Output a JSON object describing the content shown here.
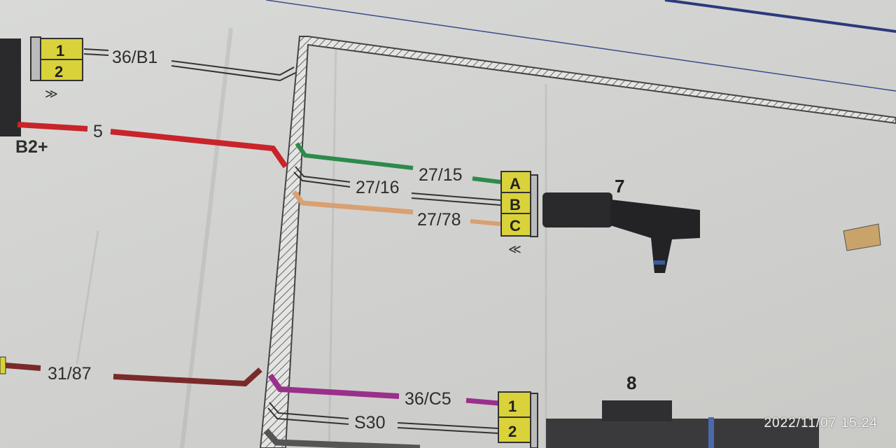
{
  "wires": {
    "w1": "36/B1",
    "w2": "5",
    "w3": "27/15",
    "w4": "27/16",
    "w5": "27/78",
    "w6": "31/87",
    "w7": "36/C5",
    "w8": "S30"
  },
  "terminal_label": "B2+",
  "components": {
    "sensor_7": "7",
    "sensor_8": "8"
  },
  "connector_top": {
    "pins": [
      "1",
      "2"
    ]
  },
  "connector_7": {
    "pins": [
      "A",
      "B",
      "C"
    ]
  },
  "connector_8": {
    "pins": [
      "1",
      "2"
    ]
  },
  "colors": {
    "red": "#c8242a",
    "green": "#2e8a4a",
    "orange": "#d9a071",
    "brown": "#7a2a2a",
    "purple": "#9a2f8c",
    "connector": "#d9d23a"
  },
  "timestamp": "2022/11/07  15:24"
}
